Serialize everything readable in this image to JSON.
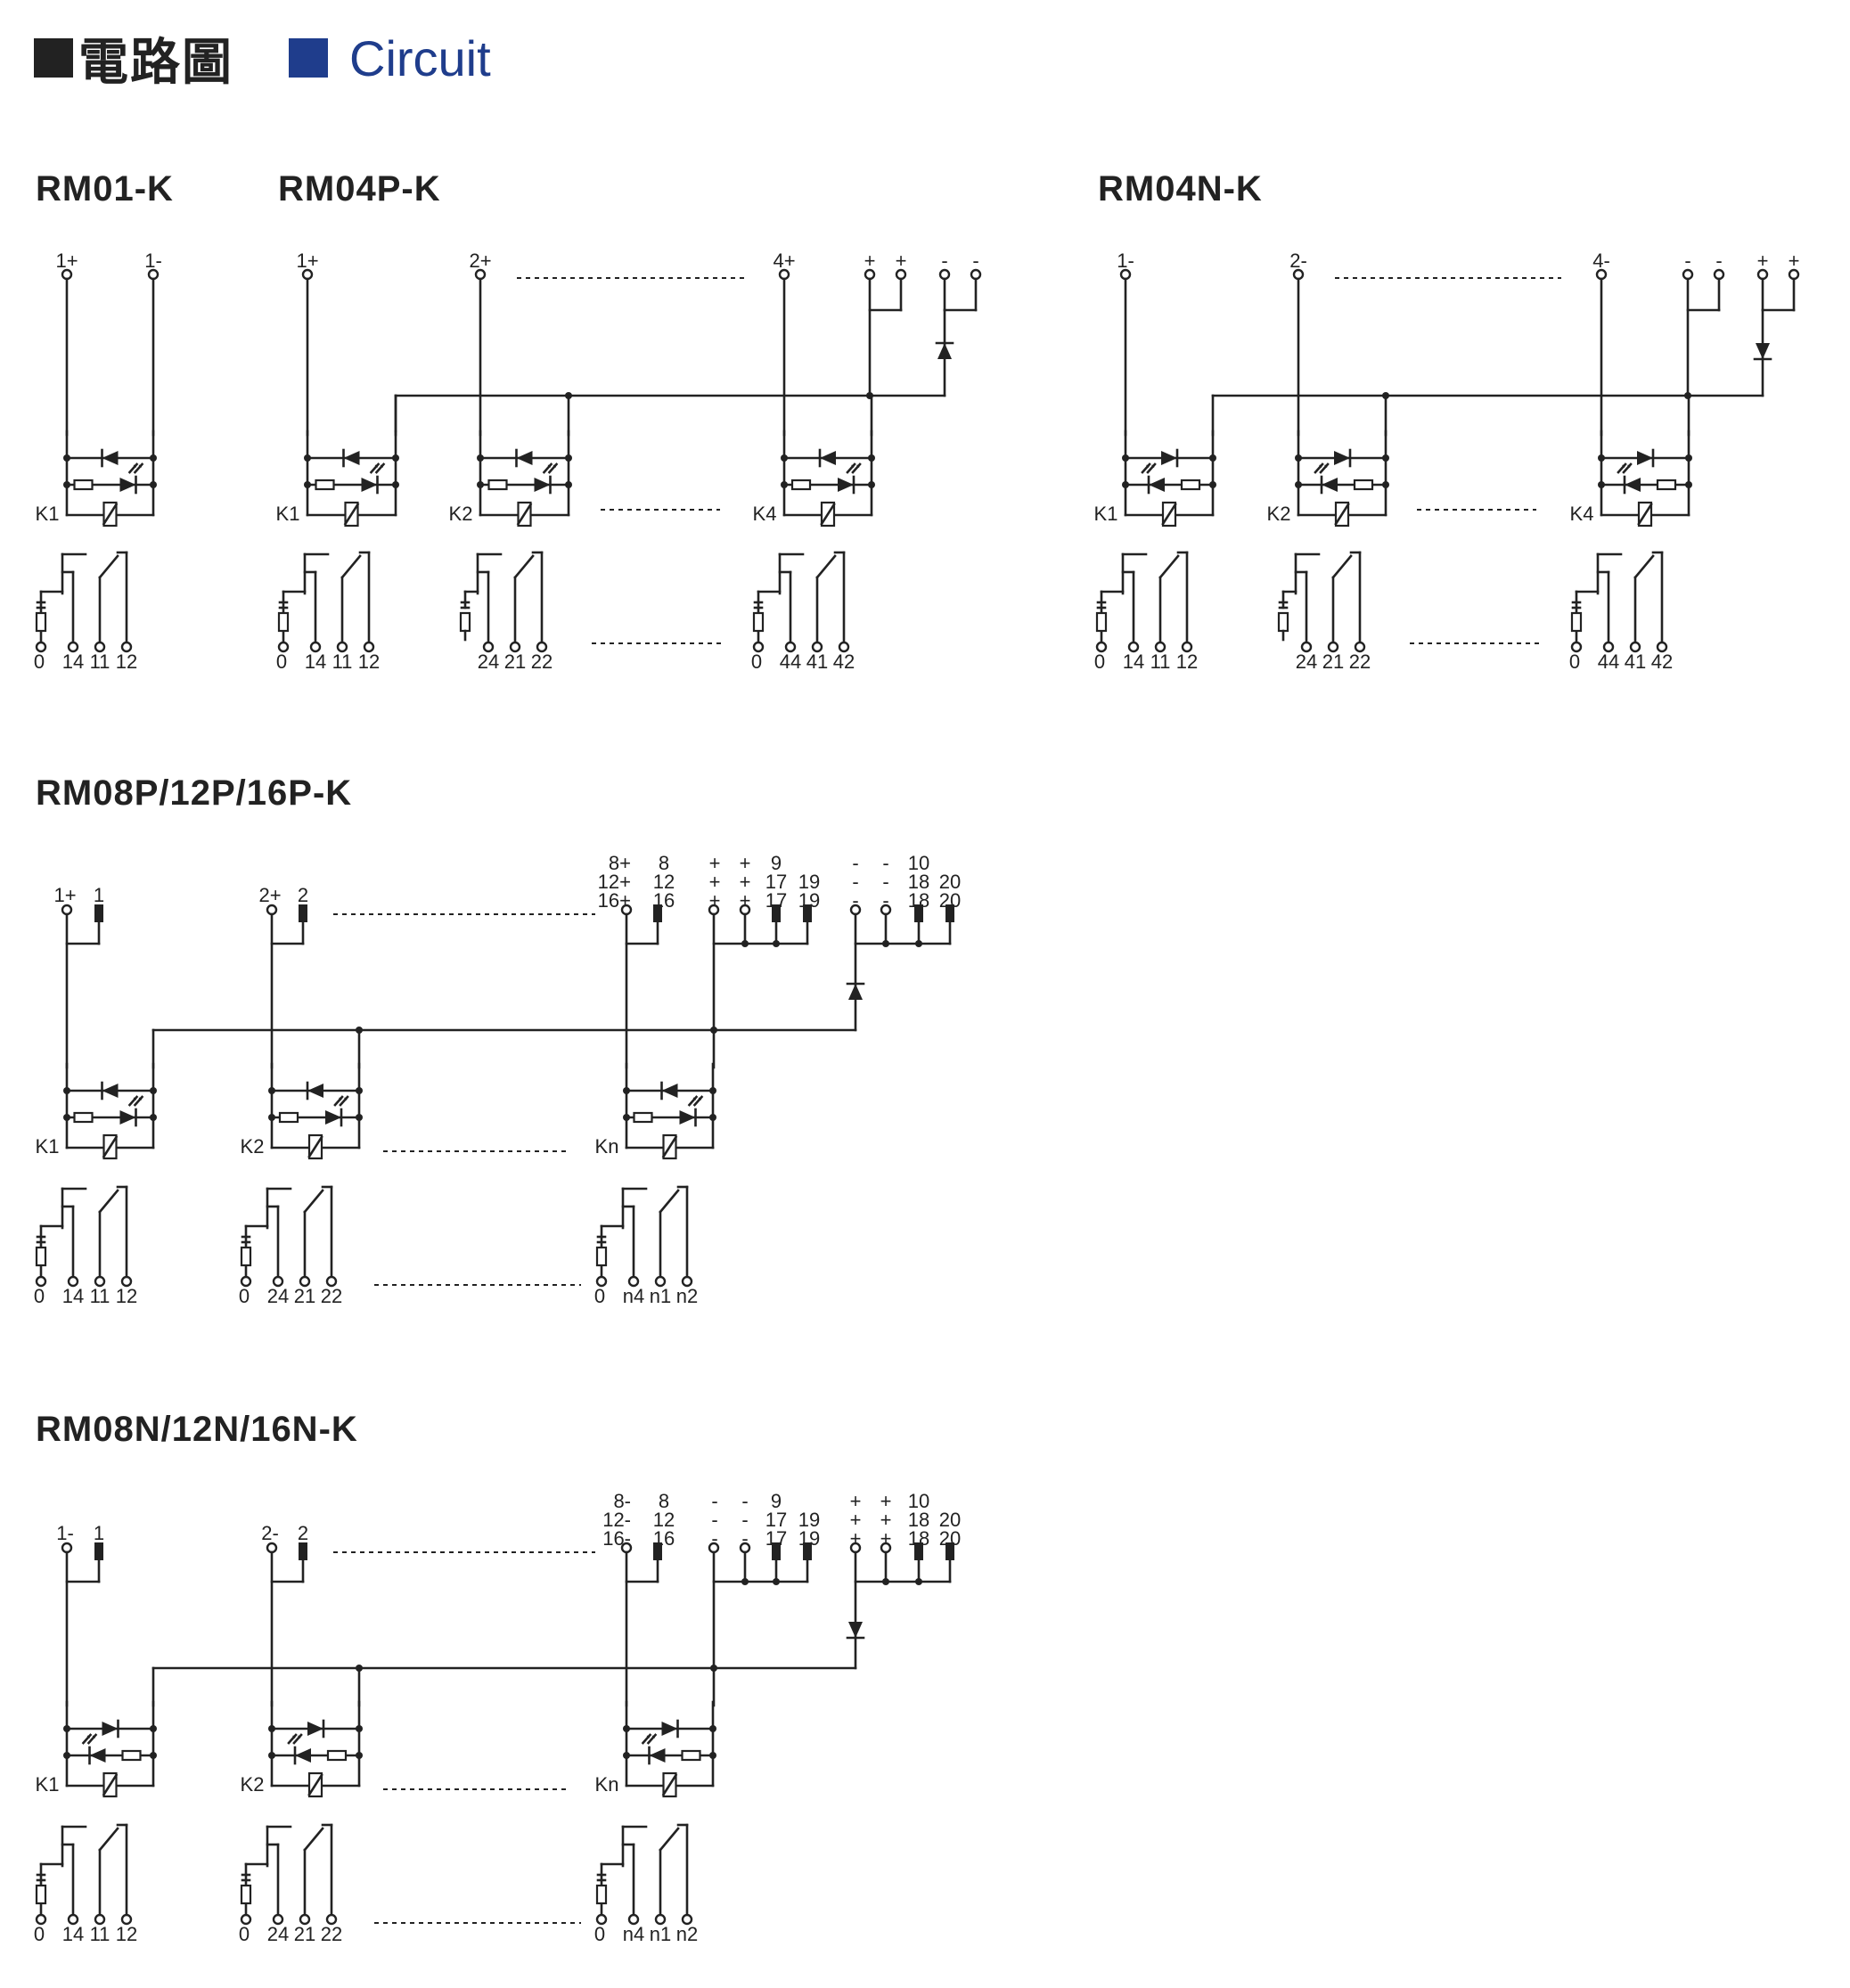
{
  "header": {
    "title_zh": "電路圖",
    "title_en": "Circuit",
    "square_dark": "#222222",
    "square_blue": "#1f3d8c"
  },
  "diagrams": {
    "rm01": {
      "title": "RM01-K",
      "top": [
        "1+",
        "1-"
      ],
      "relays": [
        {
          "k": "K1",
          "terms": [
            "0",
            "14",
            "11",
            "12"
          ]
        }
      ]
    },
    "rm04p": {
      "title": "RM04P-K",
      "top": [
        "1+",
        "2+",
        "4+",
        "+",
        "+",
        "-",
        "-"
      ],
      "relays": [
        {
          "k": "K1",
          "terms": [
            "0",
            "14",
            "11",
            "12"
          ]
        },
        {
          "k": "K2",
          "terms": [
            "24",
            "21",
            "22"
          ]
        },
        {
          "k": "K4",
          "terms": [
            "0",
            "44",
            "41",
            "42"
          ]
        }
      ]
    },
    "rm04n": {
      "title": "RM04N-K",
      "top": [
        "1-",
        "2-",
        "4-",
        "-",
        "-",
        "+",
        "+"
      ],
      "relays": [
        {
          "k": "K1",
          "terms": [
            "0",
            "14",
            "11",
            "12"
          ]
        },
        {
          "k": "K2",
          "terms": [
            "24",
            "21",
            "22"
          ]
        },
        {
          "k": "K4",
          "terms": [
            "0",
            "44",
            "41",
            "42"
          ]
        }
      ]
    },
    "rm08p": {
      "title": "RM08P/12P/16P-K",
      "top": [
        "1+",
        "1",
        "2+",
        "2"
      ],
      "table": [
        [
          "8+",
          "8",
          "+",
          "+",
          "9",
          "",
          "-",
          "-",
          "10",
          ""
        ],
        [
          "12+",
          "12",
          "+",
          "+",
          "17",
          "19",
          "-",
          "-",
          "18",
          "20"
        ],
        [
          "16+",
          "16",
          "+",
          "+",
          "17",
          "19",
          "-",
          "-",
          "18",
          "20"
        ]
      ],
      "relays": [
        {
          "k": "K1",
          "terms": [
            "0",
            "14",
            "11",
            "12"
          ]
        },
        {
          "k": "K2",
          "terms": [
            "0",
            "24",
            "21",
            "22"
          ]
        },
        {
          "k": "Kn",
          "terms": [
            "0",
            "n4",
            "n1",
            "n2"
          ]
        }
      ]
    },
    "rm08n": {
      "title": "RM08N/12N/16N-K",
      "top": [
        "1-",
        "1",
        "2-",
        "2"
      ],
      "table": [
        [
          "8-",
          "8",
          "-",
          "-",
          "9",
          "",
          "+",
          "+",
          "10",
          ""
        ],
        [
          "12-",
          "12",
          "-",
          "-",
          "17",
          "19",
          "+",
          "+",
          "18",
          "20"
        ],
        [
          "16-",
          "16",
          "-",
          "-",
          "17",
          "19",
          "+",
          "+",
          "18",
          "20"
        ]
      ],
      "relays": [
        {
          "k": "K1",
          "terms": [
            "0",
            "14",
            "11",
            "12"
          ]
        },
        {
          "k": "K2",
          "terms": [
            "0",
            "24",
            "21",
            "22"
          ]
        },
        {
          "k": "Kn",
          "terms": [
            "0",
            "n4",
            "n1",
            "n2"
          ]
        }
      ]
    }
  }
}
